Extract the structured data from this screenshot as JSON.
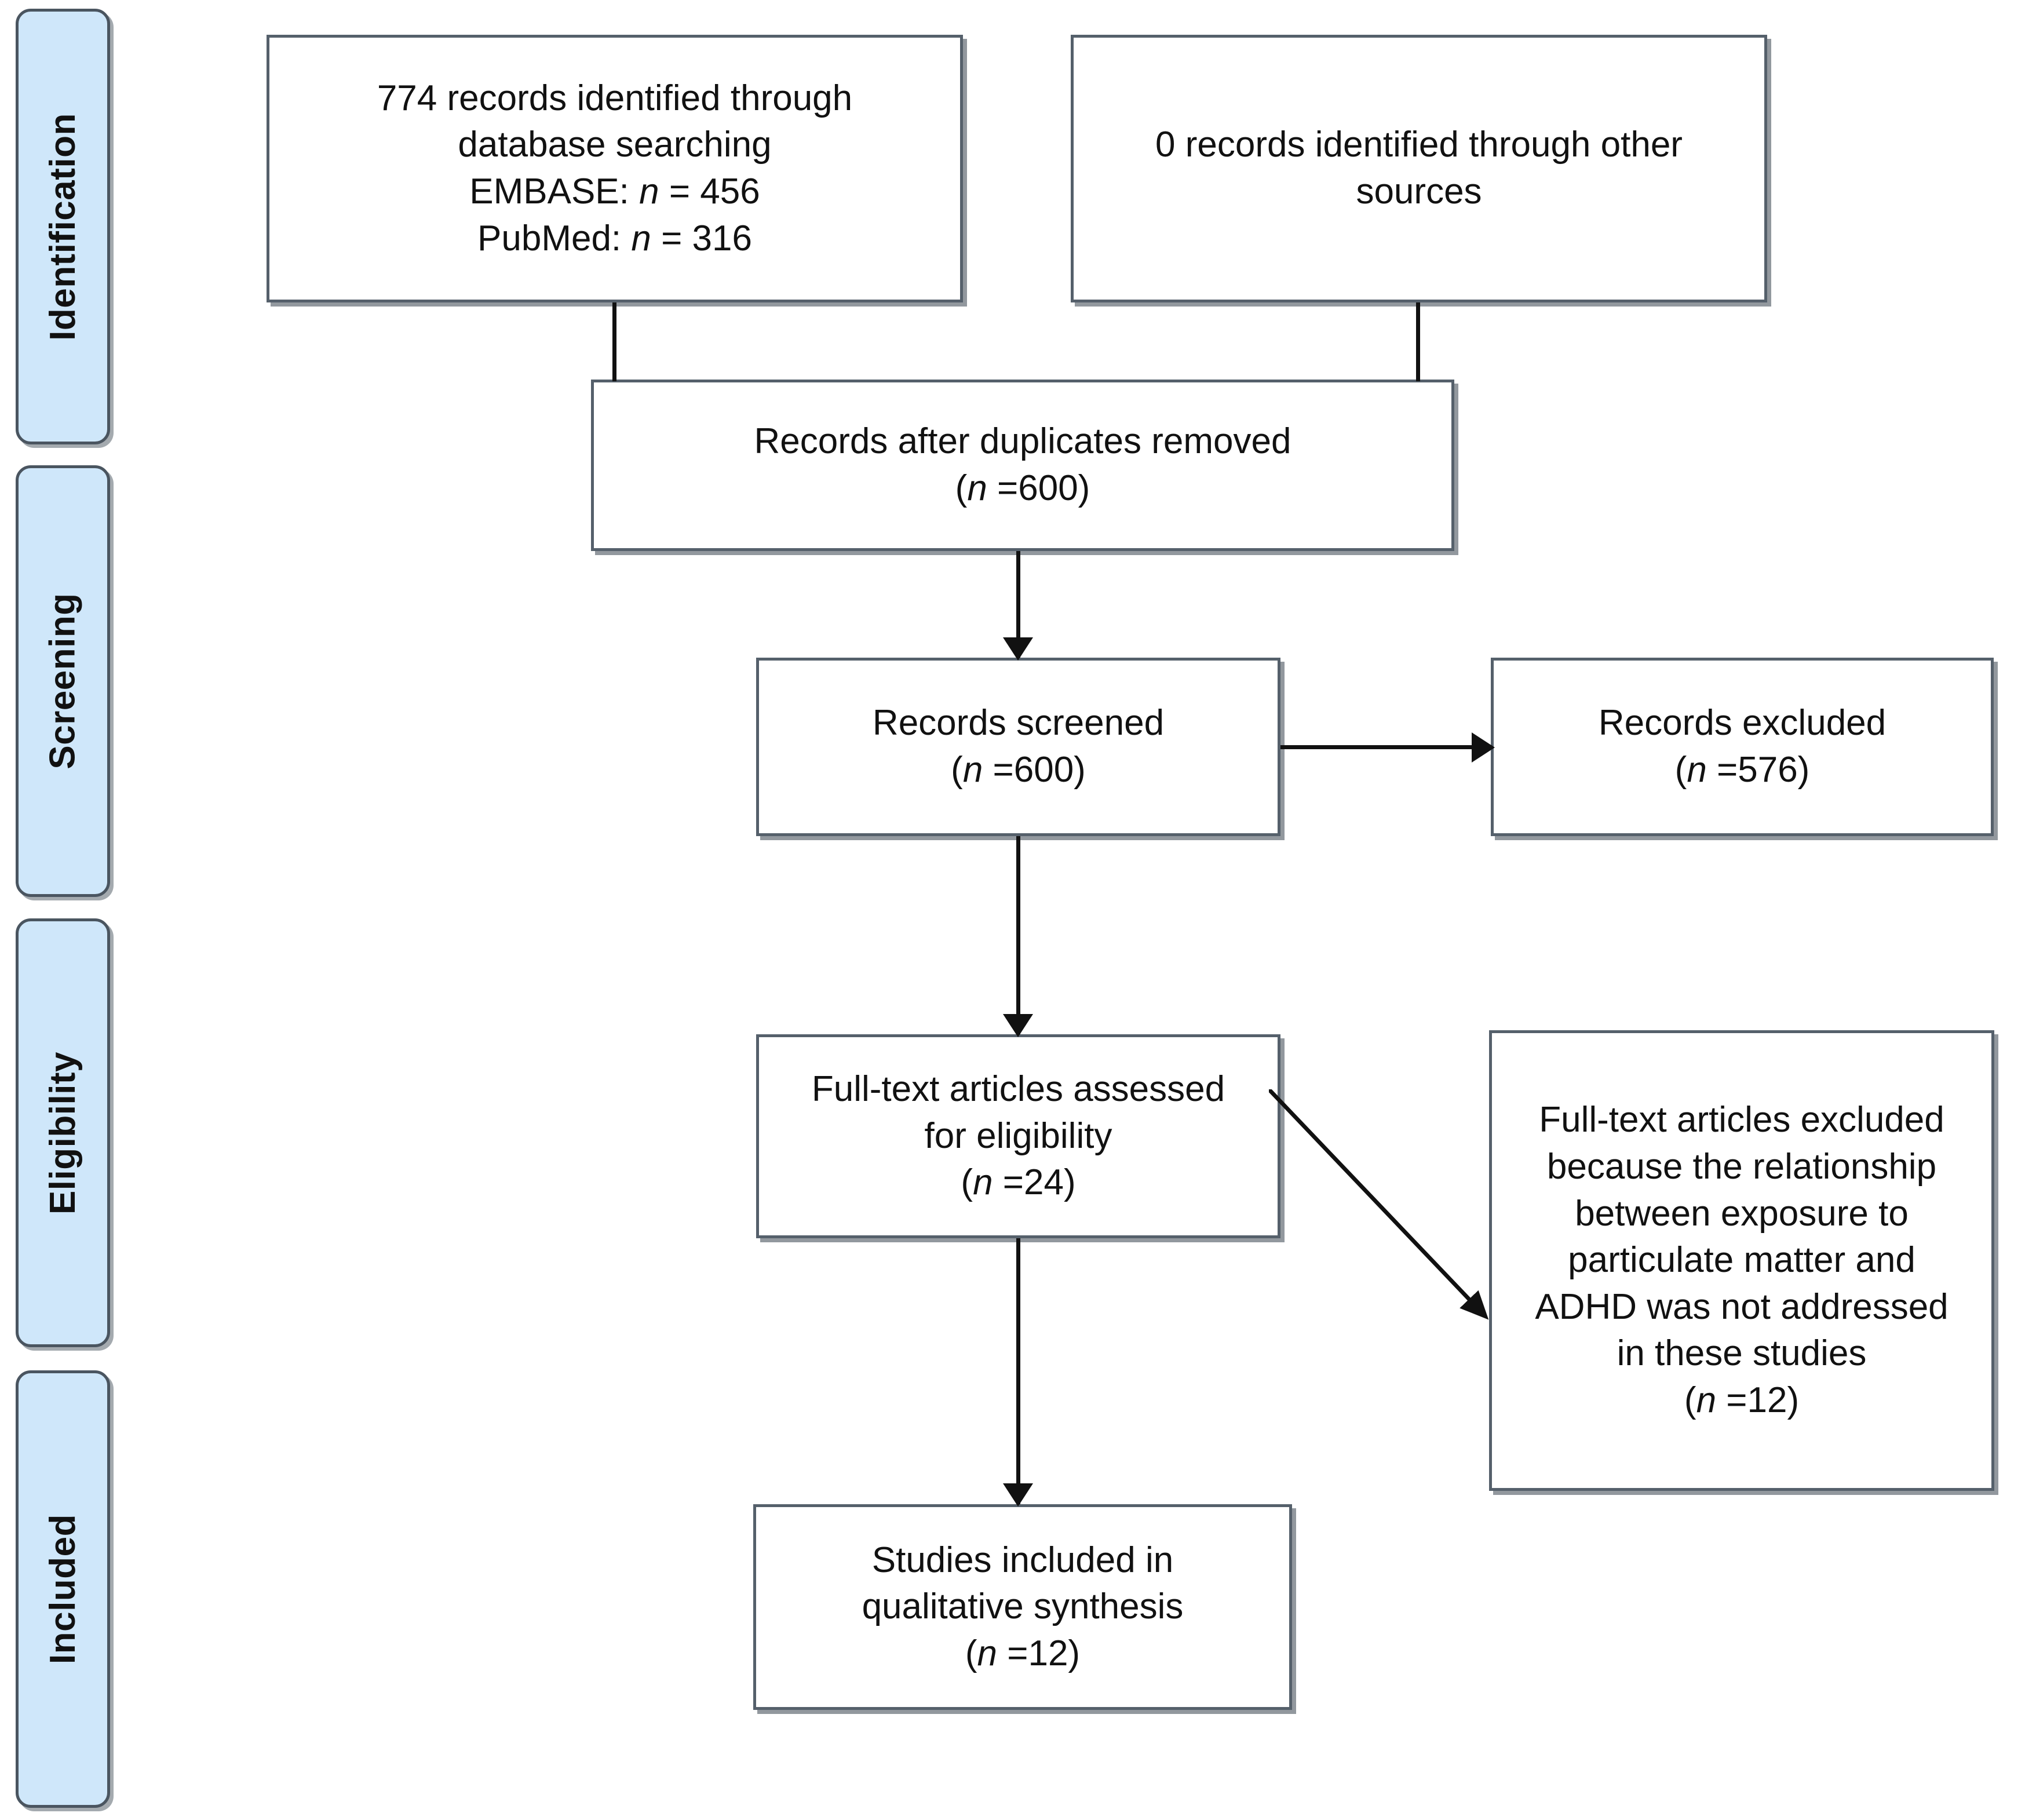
{
  "diagram": {
    "type": "prisma-flow-diagram",
    "accent_color": "#cfe7fa",
    "border_color": "#55606b",
    "text_color": "#111111"
  },
  "stages": [
    {
      "id": "identification",
      "label": "Identification"
    },
    {
      "id": "screening",
      "label": "Screening"
    },
    {
      "id": "eligibility",
      "label": "Eligibility"
    },
    {
      "id": "included",
      "label": "Included"
    }
  ],
  "boxes": {
    "database_records": {
      "line1": "774 records identified through",
      "line2": "database searching",
      "line3": "EMBASE: n = 456",
      "line4": "PubMed: n = 316",
      "count_total": 774,
      "embase_n": 456,
      "pubmed_n": 316,
      "text": "774 records identified through\ndatabase searching\nEMBASE: n = 456\nPubMed: n = 316"
    },
    "other_records": {
      "line1": "0 records identified through other",
      "line2": "sources",
      "count": 0,
      "text": "0 records identified through other\nsources"
    },
    "duplicates_removed": {
      "line1": "Records after duplicates removed",
      "line2": "(n =600)",
      "count": 600,
      "text": "Records after duplicates removed\n(n =600)"
    },
    "records_screened": {
      "line1": "Records screened",
      "line2": "(n =600)",
      "count": 600,
      "text": "Records screened\n(n =600)"
    },
    "records_excluded": {
      "line1": "Records excluded",
      "line2": "(n =576)",
      "count": 576,
      "text": "Records excluded\n(n =576)"
    },
    "fulltext_assessed": {
      "line1": "Full-text articles assessed",
      "line2": "for eligibility",
      "line3": "(n =24)",
      "count": 24,
      "text": "Full-text articles assessed\nfor eligibility\n(n =24)"
    },
    "fulltext_excluded": {
      "line1": "Full-text articles excluded",
      "line2": "because the relationship",
      "line3": "between exposure to",
      "line4": "particulate matter and",
      "line5": "ADHD was not addressed",
      "line6": "in these studies",
      "line7": "(n =12)",
      "count": 12,
      "text": "Full-text articles excluded\nbecause the relationship\nbetween exposure to\nparticulate matter and\nADHD was not addressed\nin these studies\n(n =12)"
    },
    "studies_included": {
      "line1": "Studies included in",
      "line2": "qualitative synthesis",
      "line3": "(n =12)",
      "count": 12,
      "text": "Studies included in\nqualitative synthesis\n(n =12)"
    }
  },
  "chart_data": {
    "type": "diagram",
    "title": "PRISMA flow diagram",
    "nodes": [
      {
        "id": "database_records",
        "stage": "identification",
        "label": "774 records identified through database searching EMBASE: n = 456 PubMed: n = 316",
        "value": 774
      },
      {
        "id": "other_records",
        "stage": "identification",
        "label": "0 records identified through other sources",
        "value": 0
      },
      {
        "id": "duplicates_removed",
        "stage": "screening",
        "label": "Records after duplicates removed (n =600)",
        "value": 600
      },
      {
        "id": "records_screened",
        "stage": "screening",
        "label": "Records screened (n =600)",
        "value": 600
      },
      {
        "id": "records_excluded",
        "stage": "screening",
        "label": "Records excluded (n =576)",
        "value": 576
      },
      {
        "id": "fulltext_assessed",
        "stage": "eligibility",
        "label": "Full-text articles assessed for eligibility (n =24)",
        "value": 24
      },
      {
        "id": "fulltext_excluded",
        "stage": "eligibility",
        "label": "Full-text articles excluded because the relationship between exposure to particulate matter and ADHD was not addressed in these studies (n =12)",
        "value": 12
      },
      {
        "id": "studies_included",
        "stage": "included",
        "label": "Studies included in qualitative synthesis (n =12)",
        "value": 12
      }
    ],
    "edges": [
      {
        "from": "database_records",
        "to": "duplicates_removed",
        "arrow": false
      },
      {
        "from": "other_records",
        "to": "duplicates_removed",
        "arrow": false
      },
      {
        "from": "duplicates_removed",
        "to": "records_screened",
        "arrow": true
      },
      {
        "from": "records_screened",
        "to": "records_excluded",
        "arrow": true
      },
      {
        "from": "records_screened",
        "to": "fulltext_assessed",
        "arrow": true
      },
      {
        "from": "fulltext_assessed",
        "to": "fulltext_excluded",
        "arrow": true
      },
      {
        "from": "fulltext_assessed",
        "to": "studies_included",
        "arrow": true
      }
    ]
  }
}
